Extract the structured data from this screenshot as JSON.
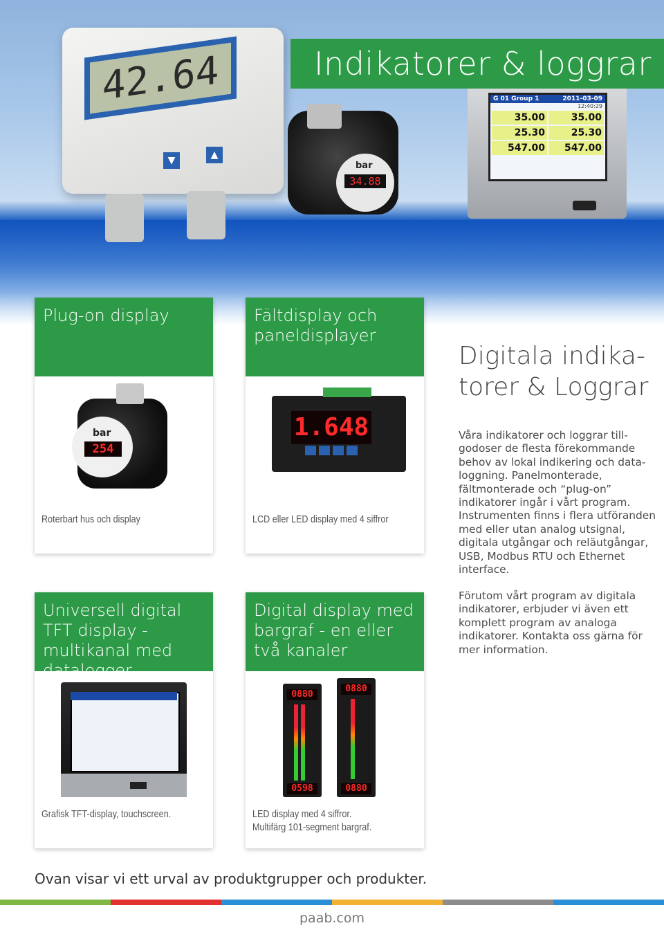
{
  "header": {
    "title": "Indikatorer & loggrar"
  },
  "hero": {
    "field_display_value": "42.64",
    "plug_display_unit": "bar",
    "plug_display_value": "34.88",
    "tft": {
      "group_label": "G 01   Group 1",
      "date": "2011-03-09",
      "time": "12:40:29",
      "values": [
        "35.00",
        "35.00",
        "25.30",
        "25.30",
        "547.00",
        "547.00"
      ]
    }
  },
  "cards": [
    {
      "title": "Plug-on display",
      "caption": "Roterbart hus och display"
    },
    {
      "title": "Fältdisplay och paneldisplayer",
      "caption": "LCD eller LED display med 4 siffror"
    },
    {
      "title": "Universell digital TFT display - multikanal med datalogger",
      "caption": "Grafisk TFT-display, touchscreen."
    },
    {
      "title": "Digital display med bargraf - en eller två kanaler",
      "caption_line1": "LED display med 4 siffror.",
      "caption_line2": "Multifärg 101-segment bargraf."
    }
  ],
  "products": {
    "plug_unit": "bar",
    "plug_value": "254",
    "panel_value": "1.648",
    "bar_unit_top_1": "0880",
    "bar_unit_bottom_1": "0598",
    "bar_unit_top_2": "0880",
    "bar_unit_bottom_2": "0880"
  },
  "right_column": {
    "heading": "Digitala indika-torer & Loggrar",
    "paragraph1": "Våra indikatorer och loggrar till-godoser de flesta förekommande behov av lokal indikering och data-loggning. Panelmonterade, fältmonterade och “plug-on” indikatorer ingår i vårt program. Instrumenten finns i flera utföranden med eller utan analog utsignal, digitala utgångar och reläutgångar, USB, Modbus RTU och Ethernet interface.",
    "paragraph2": "Förutom vårt program av digitala indikatorer, erbjuder vi även ett komplett program av analoga indikatorer. Kontakta oss gärna för mer information."
  },
  "footer": {
    "note": "Ovan visar vi ett urval av produktgrupper och produkter.",
    "url": "paab.com",
    "stripe_colors": [
      "#7fb843",
      "#e2312f",
      "#2a8fd6",
      "#f2b233",
      "#8c8c8c",
      "#2a8fd6"
    ]
  }
}
